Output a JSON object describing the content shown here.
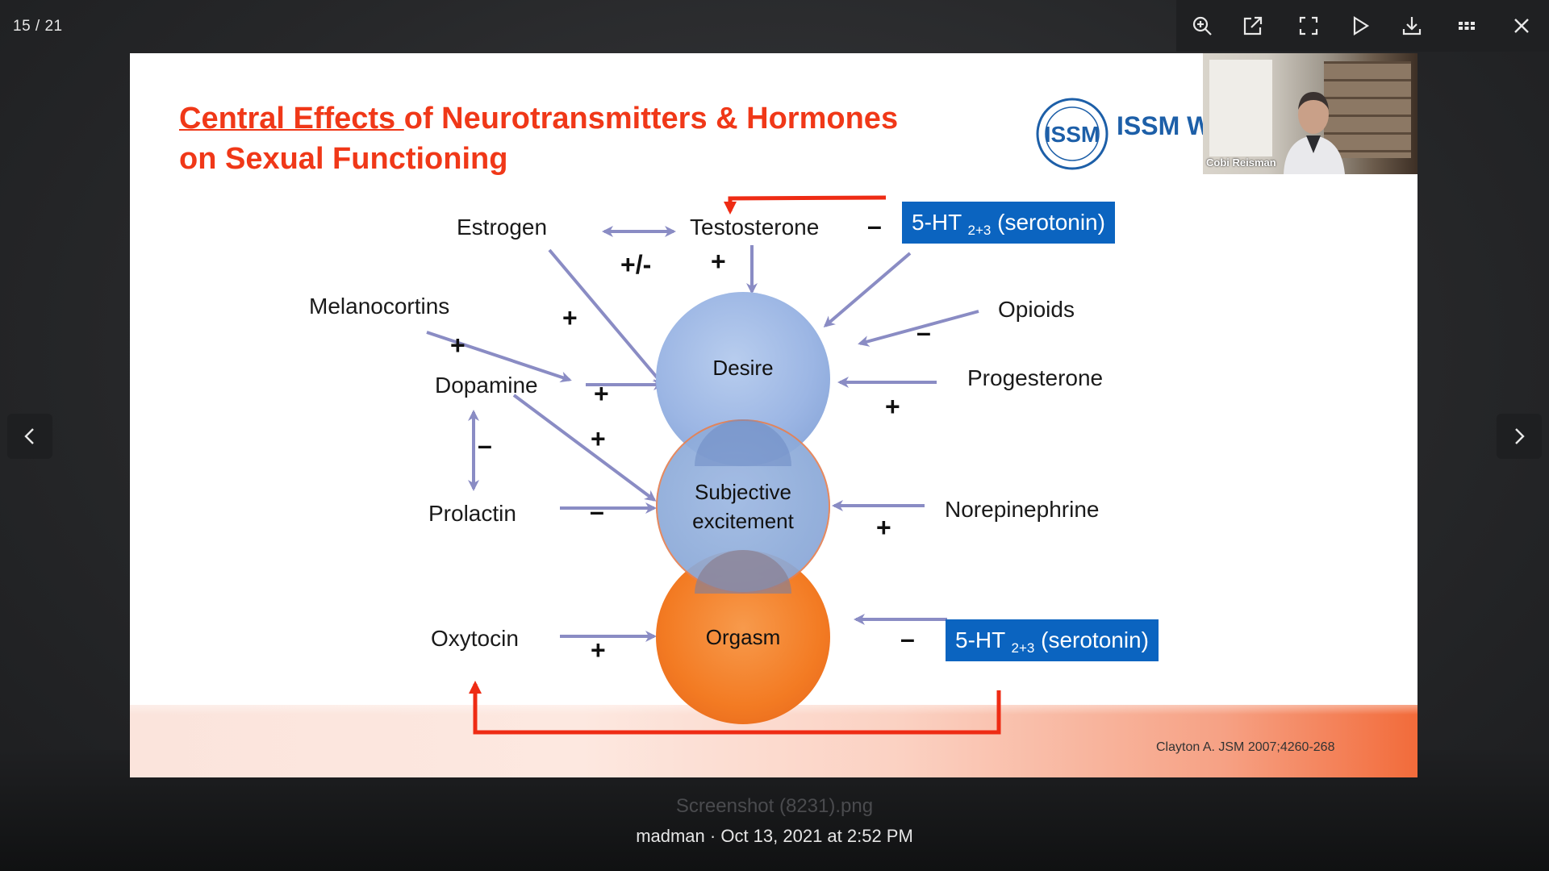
{
  "viewer": {
    "page_counter": "15 / 21",
    "ghost_filename": "Screenshot (8231).png",
    "caption": "madman · Oct 13, 2021 at 2:52 PM",
    "toolbar": [
      {
        "icon": "zoom-in-icon"
      },
      {
        "icon": "open-external-icon"
      },
      {
        "icon": "fullscreen-icon"
      },
      {
        "icon": "play-slideshow-icon"
      },
      {
        "icon": "download-icon"
      },
      {
        "icon": "grid-view-icon"
      },
      {
        "icon": "close-icon"
      }
    ]
  },
  "slide": {
    "title_underlined": "Central Effects ",
    "title_rest": "of Neurotransmitters & Hormones",
    "title_line2": "on Sexual Functioning",
    "logo_text": "ISSM W",
    "circles": {
      "desire": "Desire",
      "excitement_line1": "Subjective",
      "excitement_line2": "excitement",
      "orgasm": "Orgasm"
    },
    "labels": {
      "estrogen": "Estrogen",
      "testosterone": "Testosterone",
      "melanocortins": "Melanocortins",
      "dopamine": "Dopamine",
      "prolactin": "Prolactin",
      "oxytocin": "Oxytocin",
      "opioids": "Opioids",
      "progesterone": "Progesterone",
      "norepinephrine": "Norepinephrine"
    },
    "ht_top": {
      "main": "5-HT ",
      "sub": "2+3",
      "rest": " (serotonin)"
    },
    "ht_bottom": {
      "main": "5-HT ",
      "sub": "2+3",
      "rest": " (serotonin)"
    },
    "signs": {
      "plus_minus": "+/-",
      "plus": "+",
      "minus": "–"
    },
    "citation": "Clayton A. JSM 2007;4260-268"
  },
  "webcam": {
    "name": "Cobi Reisman"
  },
  "colors": {
    "title_red": "#f03818",
    "arrow_purple": "#8a8cc4",
    "arrow_red": "#ee2b14",
    "ht_blue": "#0b64c0",
    "orgasm_orange": "#f37b23"
  }
}
